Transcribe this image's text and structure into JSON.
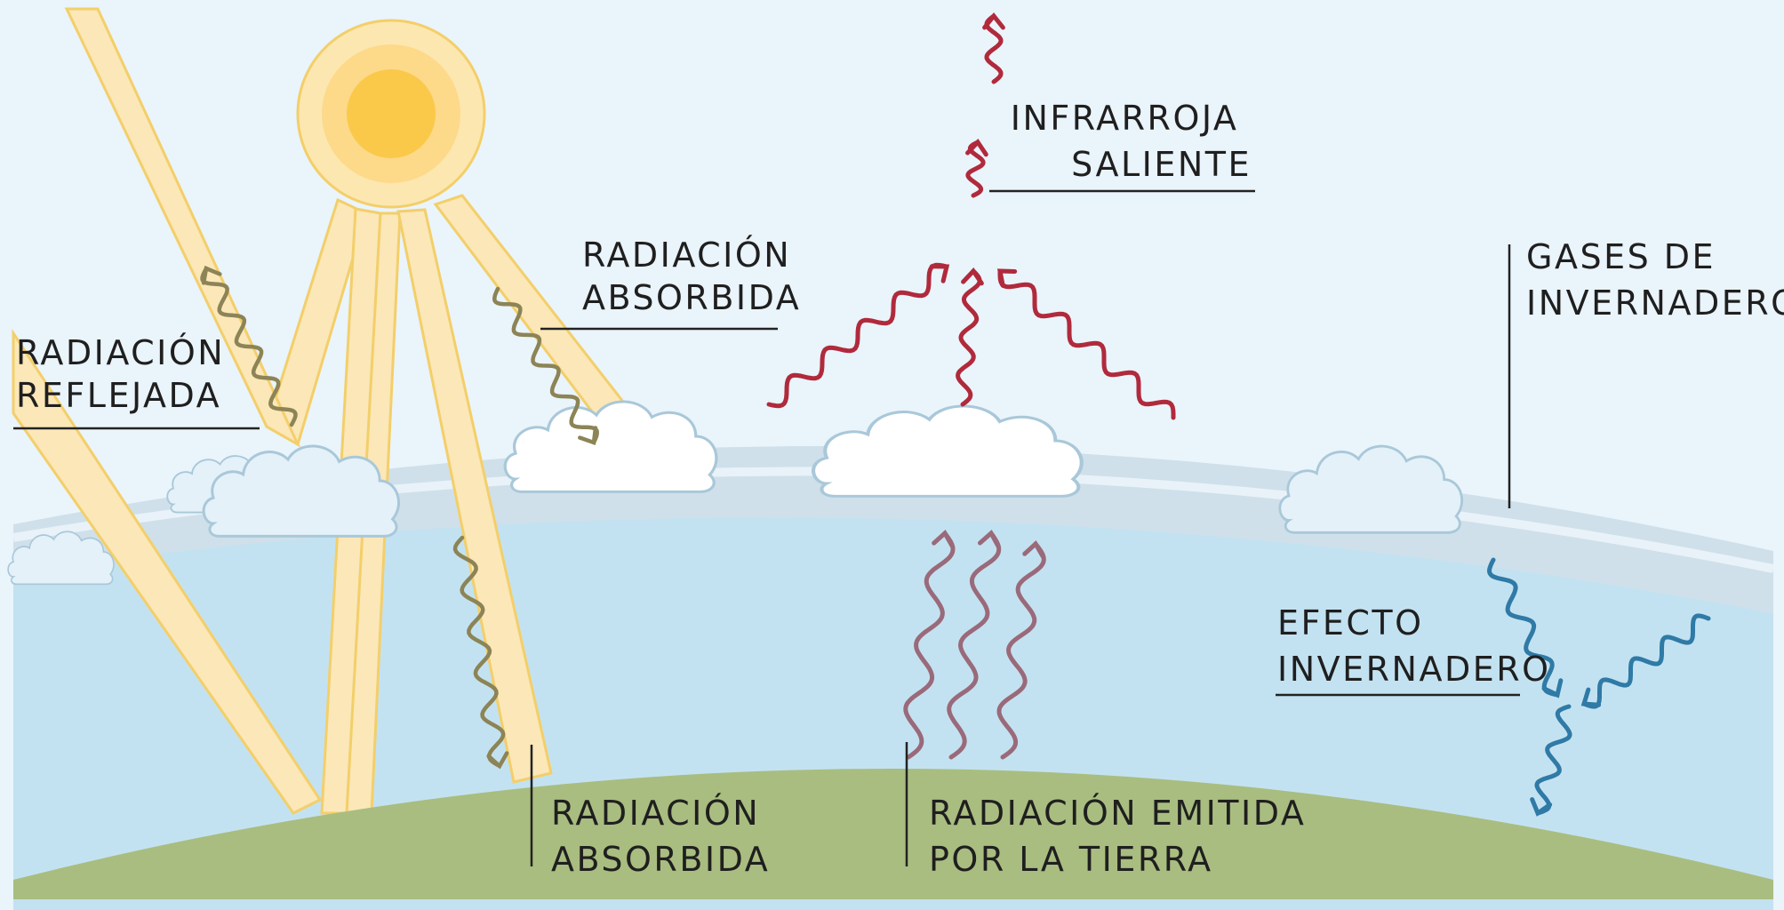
{
  "labels": {
    "reflejada": [
      "RADIACIÓN",
      "REFLEJADA"
    ],
    "absorbida_top": [
      "RADIACIÓN",
      "ABSORBIDA"
    ],
    "infrarroja": [
      "INFRARROJA",
      "SALIENTE"
    ],
    "gases": [
      "GASES DE",
      "INVERNADERO"
    ],
    "efecto": [
      "EFECTO",
      "INVERNADERO"
    ],
    "absorbida_bottom": [
      "RADIACIÓN",
      "ABSORBIDA"
    ],
    "emitida": [
      "RADIACIÓN EMITIDA",
      "POR LA TIERRA"
    ]
  },
  "colors": {
    "sky": "#eaf4fb",
    "atmosphere_band": "#cfe0ea",
    "lower_atmosphere": "#c3e2f1",
    "ground": "#a9bd80",
    "sun_outer": "#fde7b0",
    "sun_inner": "#fbc94a",
    "sunbeam": "#fbe7b8",
    "sunbeam_edge": "#f3cf6a",
    "wave_yellow": "#8c8456",
    "wave_red": "#b02a3c",
    "wave_mauve": "#9a6a7a",
    "wave_blue": "#2f7aa6",
    "cloud_fill": "#ffffff",
    "cloud_fill_dim": "#e4f1f9",
    "cloud_edge": "#a9c8d9",
    "leader_line": "#222222"
  }
}
